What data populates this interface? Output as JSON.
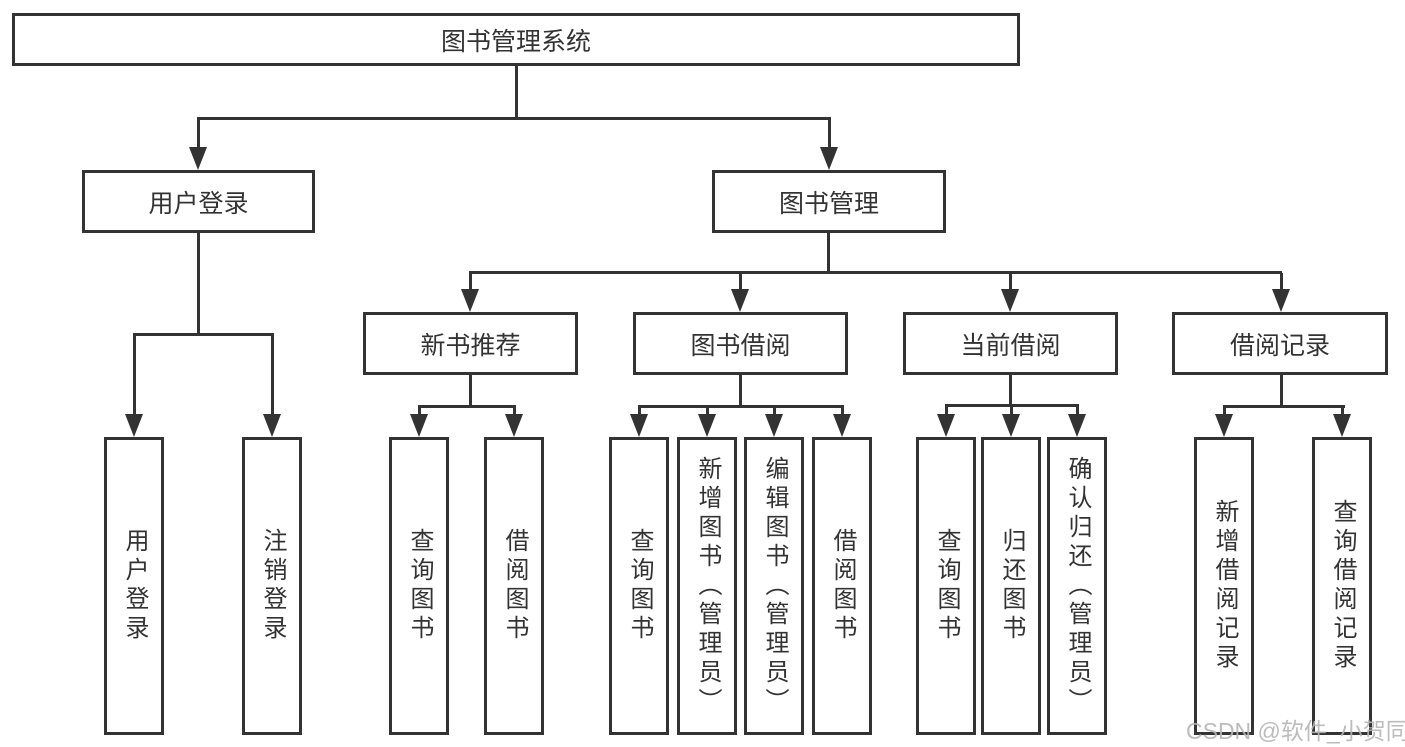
{
  "diagram_title": "图书管理系统",
  "tree": {
    "label": "图书管理系统",
    "children": [
      {
        "label": "用户登录",
        "children": [
          {
            "label": "用户登录"
          },
          {
            "label": "注销登录"
          }
        ]
      },
      {
        "label": "图书管理",
        "children": [
          {
            "label": "新书推荐",
            "children": [
              {
                "label": "查询图书"
              },
              {
                "label": "借阅图书"
              }
            ]
          },
          {
            "label": "图书借阅",
            "children": [
              {
                "label": "查询图书"
              },
              {
                "label": "新增图书（管理员）"
              },
              {
                "label": "编辑图书（管理员）"
              },
              {
                "label": "借阅图书"
              }
            ]
          },
          {
            "label": "当前借阅",
            "children": [
              {
                "label": "查询图书"
              },
              {
                "label": "归还图书"
              },
              {
                "label": "确认归还（管理员）"
              }
            ]
          },
          {
            "label": "借阅记录",
            "children": [
              {
                "label": "新增借阅记录"
              },
              {
                "label": "查询借阅记录"
              }
            ]
          }
        ]
      }
    ]
  },
  "watermark": {
    "text": "CSDN @软件_小贺同学"
  },
  "colors": {
    "line": "#333333",
    "text": "#333333",
    "background": "#ffffff",
    "watermark": "#b5b5b5"
  }
}
